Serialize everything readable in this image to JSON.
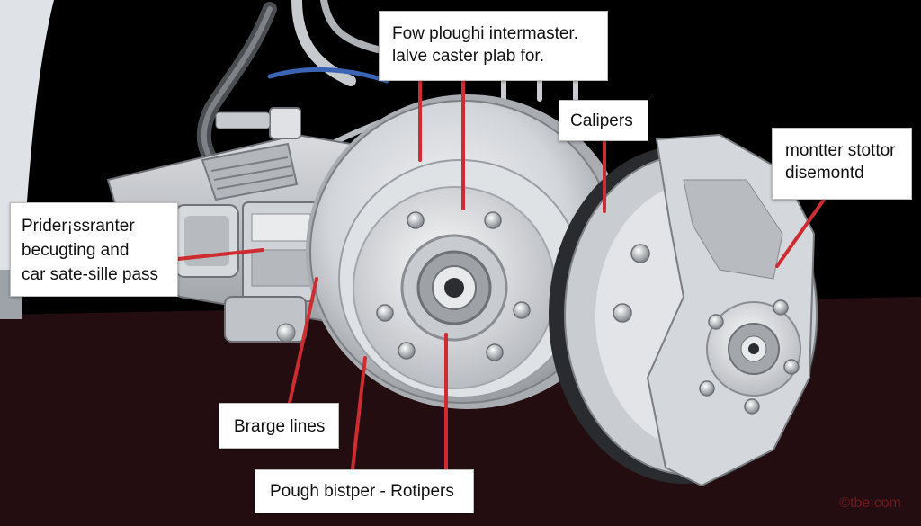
{
  "labels": {
    "top": {
      "line1": "Fow ploughi intermaster.",
      "line2": "lalve caster plab for."
    },
    "calipers": "Calipers",
    "right": {
      "line1": "montter stottor",
      "line2": "disemontd"
    },
    "left": {
      "line1": "Prider¡ssranter",
      "line2": "becugting and",
      "line3": "car sate-sille pass"
    },
    "brake_lines": "Brarge lines",
    "bottom": "Pough bistper - Rotipers"
  },
  "watermark": "©tbe.com",
  "colors": {
    "background": "#000000",
    "floor": "#230d10",
    "leader_line": "#cf2c32",
    "metal_light": "#e6e8eb",
    "metal_dark": "#8d9196",
    "label_background": "#ffffff"
  }
}
